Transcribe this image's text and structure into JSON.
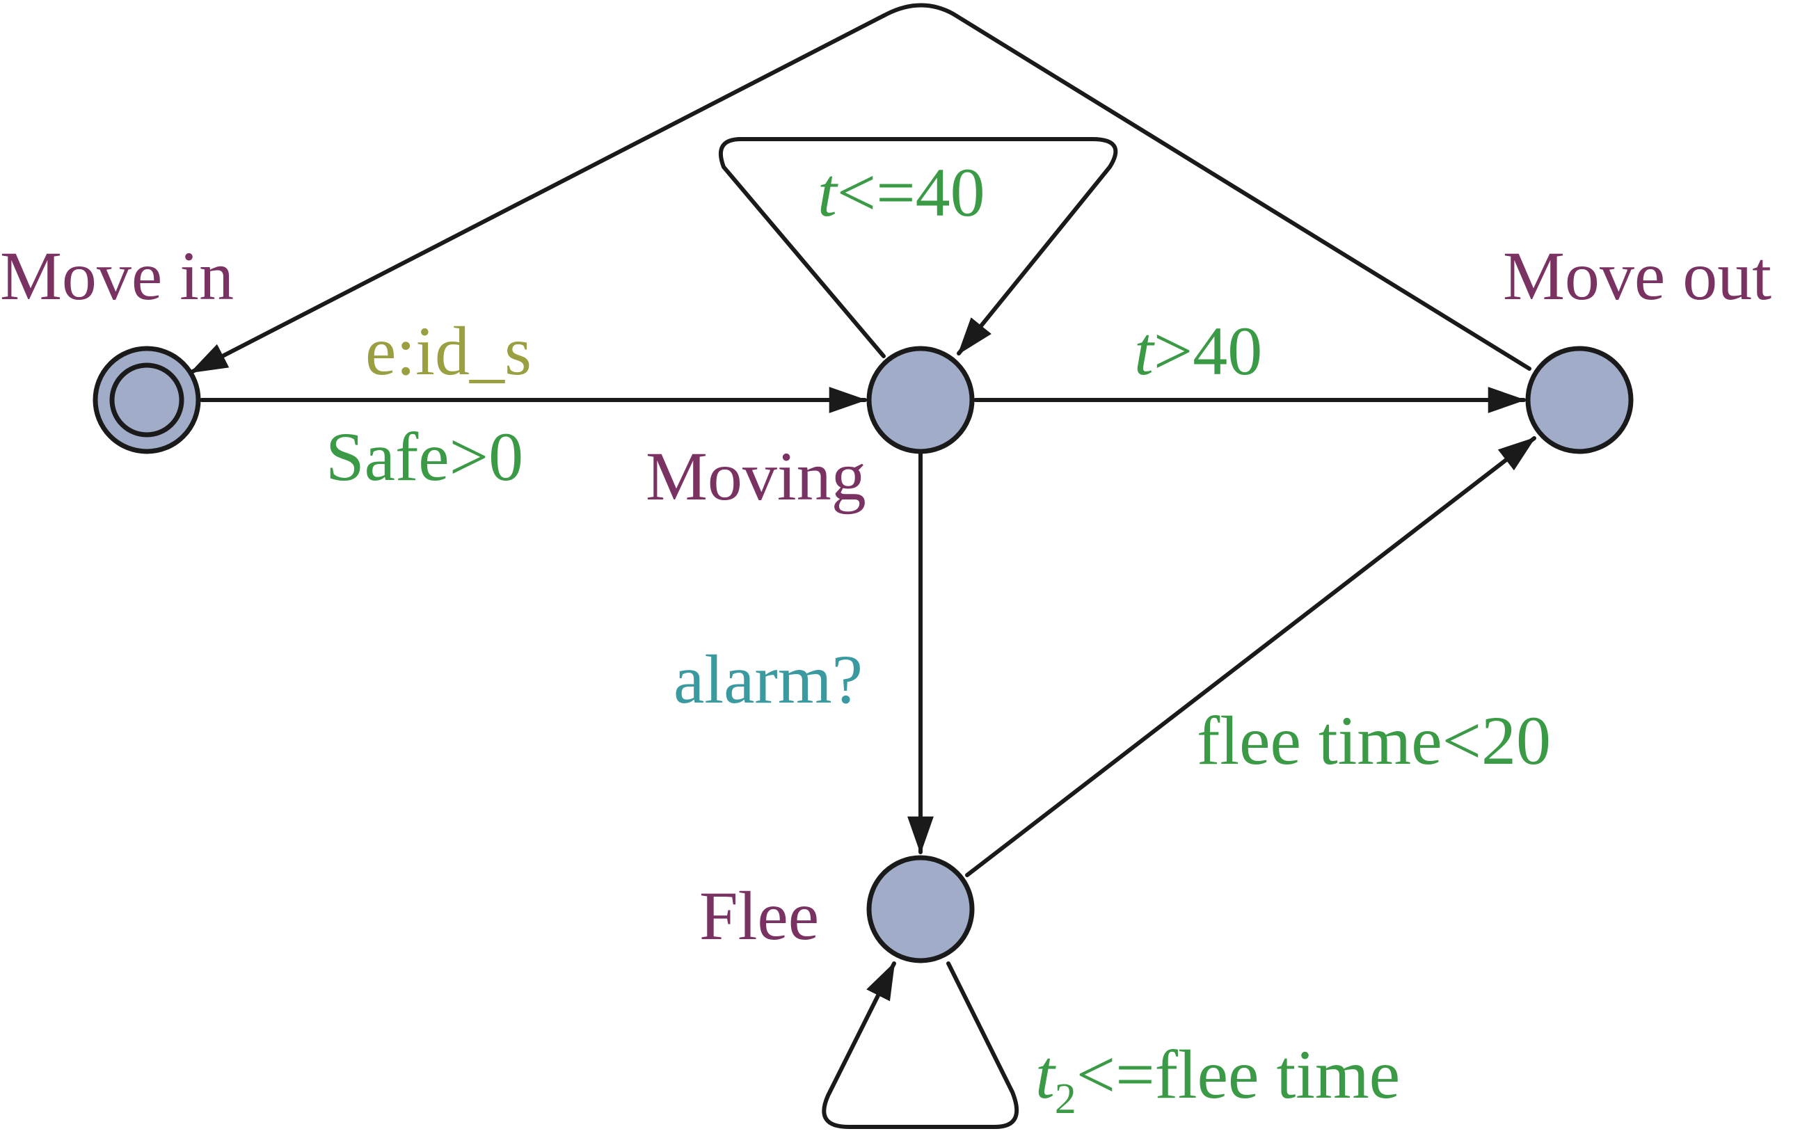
{
  "states": {
    "move_in": "Move in",
    "moving": "Moving",
    "move_out": "Move out",
    "flee": "Flee"
  },
  "edges": {
    "move_in_to_moving": {
      "select": "e:id_s",
      "guard": "Safe>0"
    },
    "moving_self_loop": {
      "guard_var": "t",
      "guard_rest": "<=40"
    },
    "moving_to_move_out": {
      "guard_var": "t",
      "guard_rest": ">40"
    },
    "moving_to_flee": {
      "sync": "alarm?"
    },
    "flee_to_move_out": {
      "guard": "flee time<20"
    },
    "flee_self_loop": {
      "guard_var": "t",
      "guard_sub": "2",
      "guard_rest": "<=flee time"
    }
  },
  "colors": {
    "state_fill": "#a1acc9",
    "state_label": "#7a3262",
    "guard": "#3a9a45",
    "select": "#9aa042",
    "sync": "#3a9aa0"
  }
}
